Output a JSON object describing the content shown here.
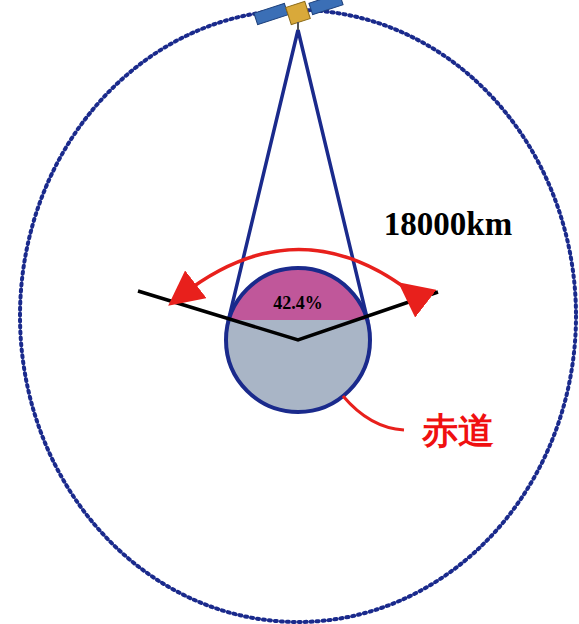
{
  "diagram": {
    "labels": [
      "18000km",
      "42.4%",
      "赤道"
    ]
  }
}
